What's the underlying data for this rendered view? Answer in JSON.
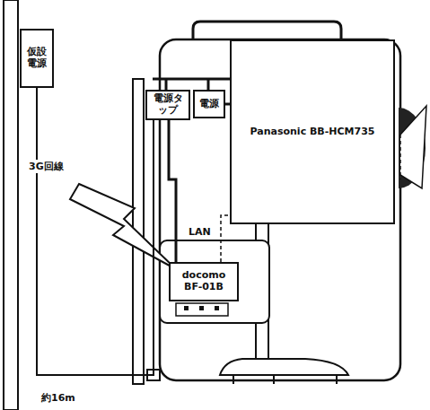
{
  "diagram": {
    "nodes": [
      {
        "text": [
          "仮設電源"
        ]
      },
      {
        "text": [
          "電源タップ"
        ]
      },
      {
        "text": [
          "電源"
        ]
      },
      {
        "text": [
          "Panasonic BB-HCM735"
        ]
      },
      {
        "text": [
          "docomo BF-01B"
        ]
      }
    ],
    "edges": [
      {
        "from": 0,
        "to": 1,
        "arrow": "none",
        "label": "約16m"
      },
      {
        "from": 1,
        "to": 4,
        "arrow": "none"
      },
      {
        "from": 2,
        "to": 3,
        "arrow": "none"
      },
      {
        "from": 4,
        "to": 3,
        "arrow": "none",
        "label": "LAN"
      }
    ],
    "labels": [
      "3G回線"
    ]
  }
}
